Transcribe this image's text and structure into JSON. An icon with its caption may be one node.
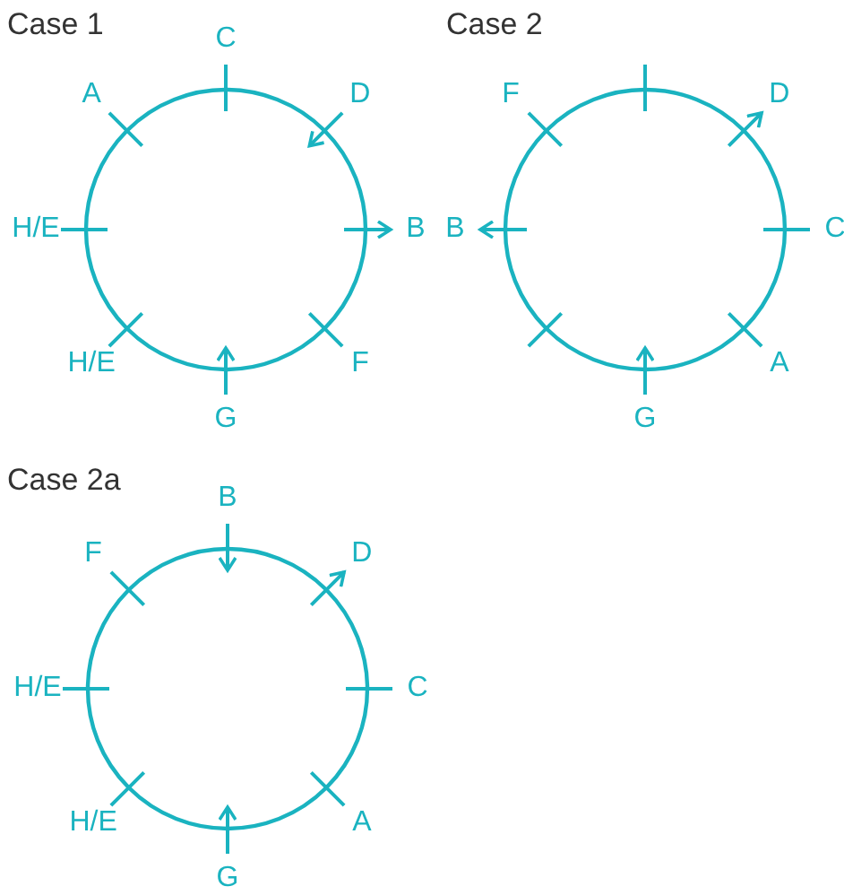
{
  "diagram": {
    "nodes": [
      {
        "text": [
          "Case 1"
        ]
      },
      {
        "text": [
          "C"
        ]
      },
      {
        "text": [
          "A"
        ]
      },
      {
        "text": [
          "D"
        ]
      },
      {
        "text": [
          "H/E"
        ]
      },
      {
        "text": [
          "B"
        ]
      },
      {
        "text": [
          "H/E"
        ]
      },
      {
        "text": [
          "F"
        ]
      },
      {
        "text": [
          "G"
        ]
      },
      {
        "text": [
          "Case 2"
        ]
      },
      {
        "text": [
          "F"
        ]
      },
      {
        "text": [
          "D"
        ]
      },
      {
        "text": [
          "B"
        ]
      },
      {
        "text": [
          "C"
        ]
      },
      {
        "text": [
          "A"
        ]
      },
      {
        "text": [
          "G"
        ]
      },
      {
        "text": [
          "Case 2a"
        ]
      },
      {
        "text": [
          "B"
        ]
      },
      {
        "text": [
          "F"
        ]
      },
      {
        "text": [
          "D"
        ]
      },
      {
        "text": [
          "H/E"
        ]
      },
      {
        "text": [
          "C"
        ]
      },
      {
        "text": [
          "H/E"
        ]
      },
      {
        "text": [
          "A"
        ]
      },
      {
        "text": [
          "G"
        ]
      }
    ],
    "edges": [
      {
        "from": 1,
        "to": 0,
        "arrow": "none"
      },
      {
        "from": 2,
        "to": 0,
        "arrow": "none"
      },
      {
        "from": 3,
        "to": 0,
        "arrow": "to"
      },
      {
        "from": 4,
        "to": 0,
        "arrow": "none"
      },
      {
        "from": 0,
        "to": 5,
        "arrow": "to"
      },
      {
        "from": 6,
        "to": 0,
        "arrow": "none"
      },
      {
        "from": 7,
        "to": 0,
        "arrow": "none"
      },
      {
        "from": 8,
        "to": 0,
        "arrow": "to"
      },
      {
        "from": null,
        "to": 9,
        "arrow": "none"
      },
      {
        "from": 10,
        "to": 9,
        "arrow": "none"
      },
      {
        "from": 9,
        "to": 11,
        "arrow": "to"
      },
      {
        "from": 9,
        "to": 12,
        "arrow": "to"
      },
      {
        "from": 13,
        "to": 9,
        "arrow": "none"
      },
      {
        "from": 14,
        "to": 9,
        "arrow": "none"
      },
      {
        "from": 15,
        "to": 9,
        "arrow": "to"
      },
      {
        "from": null,
        "to": 9,
        "arrow": "none"
      },
      {
        "from": 17,
        "to": 16,
        "arrow": "to"
      },
      {
        "from": 18,
        "to": 16,
        "arrow": "none"
      },
      {
        "from": 16,
        "to": 19,
        "arrow": "to"
      },
      {
        "from": 20,
        "to": 16,
        "arrow": "none"
      },
      {
        "from": 21,
        "to": 16,
        "arrow": "none"
      },
      {
        "from": 22,
        "to": 16,
        "arrow": "none"
      },
      {
        "from": 23,
        "to": 16,
        "arrow": "none"
      },
      {
        "from": 24,
        "to": 16,
        "arrow": "to"
      }
    ]
  }
}
